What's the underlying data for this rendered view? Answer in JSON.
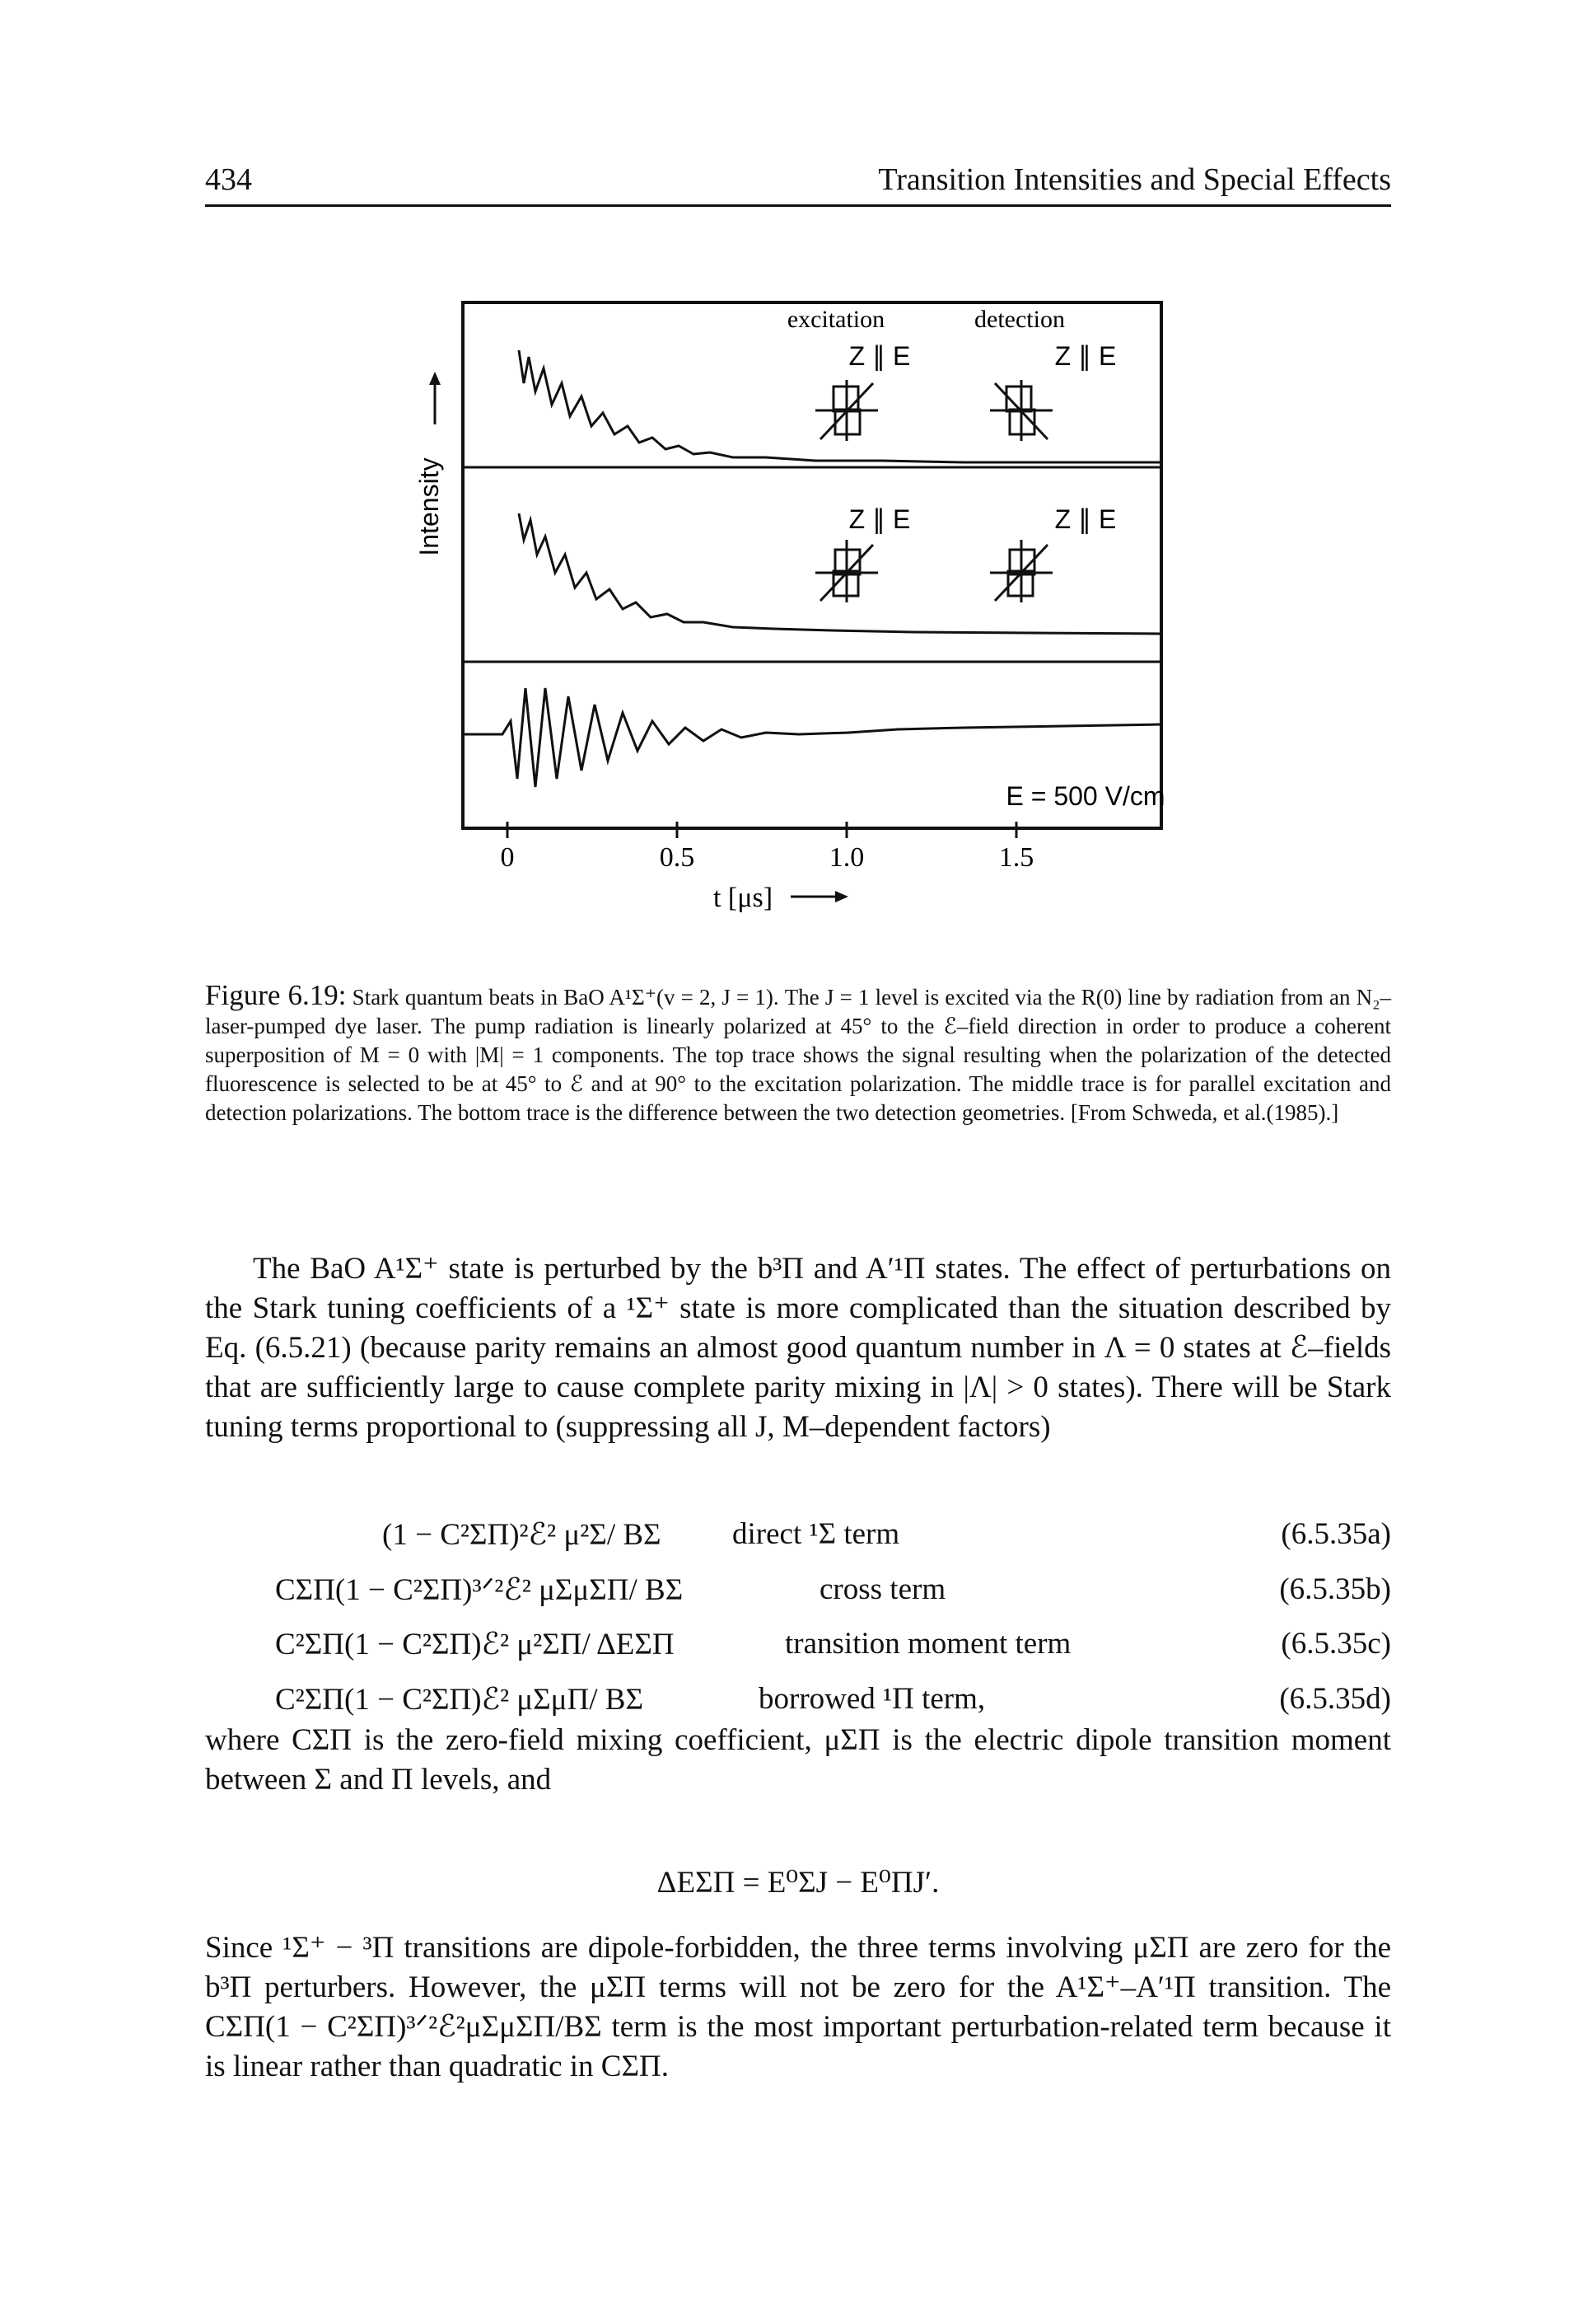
{
  "header": {
    "page_number": "434",
    "running_head": "Transition Intensities and Special Effects"
  },
  "figure": {
    "y_axis_label": "Intensity",
    "x_axis_label": "t [μs]",
    "x_ticks": [
      "0",
      "0.5",
      "1.0",
      "1.5"
    ],
    "panel_top": {
      "label_left": "excitation",
      "label_right": "detection",
      "pol_left": "Z ∥ E",
      "pol_right": "Z ∥ E"
    },
    "panel_middle": {
      "pol_left": "Z ∥ E",
      "pol_right": "Z ∥ E"
    },
    "panel_bottom": {
      "field_label": "E = 500 V/cm"
    }
  },
  "caption": {
    "label": "Figure 6.19:",
    "text": "Stark quantum beats in BaO A¹Σ⁺(v = 2, J = 1). The J = 1 level is excited via the R(0) line by radiation from an N₂–laser-pumped dye laser. The pump radiation is linearly polarized at 45° to the ℰ–field direction in order to produce a coherent superposition of M = 0 with |M| = 1 components. The top trace shows the signal resulting when the polarization of the detected fluorescence is selected to be at 45° to ℰ and at 90° to the excitation polarization. The middle trace is for parallel excitation and detection polarizations. The bottom trace is the difference between the two detection geometries. [From Schweda, et al.(1985).]"
  },
  "paragraph_1": "The BaO A¹Σ⁺ state is perturbed by the b³Π and A′¹Π states. The effect of perturbations on the Stark tuning coefficients of a ¹Σ⁺ state is more complicated than the situation described by Eq. (6.5.21) (because parity remains an almost good quantum number in Λ = 0 states at ℰ–fields that are sufficiently large to cause complete parity mixing in |Λ| > 0 states). There will be Stark tuning terms proportional to (suppressing all J, M–dependent factors)",
  "equations": [
    {
      "math": "(1 − C²ΣΠ)²ℰ² μ²Σ/ BΣ",
      "desc": "direct ¹Σ term",
      "num": "(6.5.35a)"
    },
    {
      "math": "CΣΠ(1 − C²ΣΠ)³ᐟ²ℰ² μΣμΣΠ/ BΣ",
      "desc": "cross term",
      "num": "(6.5.35b)"
    },
    {
      "math": "C²ΣΠ(1 − C²ΣΠ)ℰ² μ²ΣΠ/ ΔEΣΠ",
      "desc": "transition moment term",
      "num": "(6.5.35c)"
    },
    {
      "math": "C²ΣΠ(1 − C²ΣΠ)ℰ² μΣμΠ/ BΣ",
      "desc": "borrowed ¹Π term,",
      "num": "(6.5.35d)"
    }
  ],
  "paragraph_2": "where CΣΠ is the zero-field mixing coefficient, μΣΠ is the electric dipole transition moment between Σ and Π levels, and",
  "eq_delta": "ΔEΣΠ = E⁰ΣJ − E⁰ΠJ′.",
  "paragraph_3": "Since ¹Σ⁺ − ³Π transitions are dipole-forbidden, the three terms involving μΣΠ are zero for the b³Π perturbers. However, the μΣΠ terms will not be zero for the A¹Σ⁺–A′¹Π transition. The CΣΠ(1 − C²ΣΠ)³ᐟ²ℰ²μΣμΣΠ/BΣ term is the most important perturbation-related term because it is linear rather than quadratic in CΣΠ."
}
